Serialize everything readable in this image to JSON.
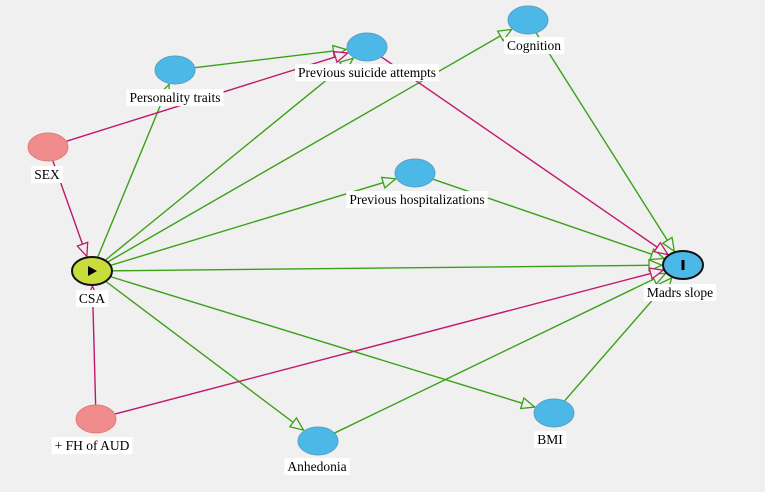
{
  "colors": {
    "background": "#f0f0f0",
    "causal_edge": "#3aa117",
    "biasing_edge": "#c0186e",
    "outcome_node": "#4cb8e8",
    "exposure_node": "#c8dc3c",
    "ancestor_outcome_node": "#4cb8e8",
    "ancestor_exposure_outcome_node": "#f08c8c",
    "node_stroke": "#5a9fc0"
  },
  "nodes": [
    {
      "id": "personality",
      "label": "Personality traits",
      "type": "ancestor_outcome"
    },
    {
      "id": "suicide",
      "label": "Previous suicide attempts",
      "type": "ancestor_outcome"
    },
    {
      "id": "cognition",
      "label": "Cognition",
      "type": "ancestor_outcome"
    },
    {
      "id": "sex",
      "label": "SEX",
      "type": "ancestor_exposure_outcome"
    },
    {
      "id": "hosp",
      "label": "Previous hospitalizations",
      "type": "ancestor_outcome"
    },
    {
      "id": "csa",
      "label": "CSA",
      "type": "exposure"
    },
    {
      "id": "madrs",
      "label": "Madrs slope",
      "type": "outcome"
    },
    {
      "id": "fh",
      "label": "+ FH of AUD",
      "type": "ancestor_exposure_outcome"
    },
    {
      "id": "anhedonia",
      "label": "Anhedonia",
      "type": "ancestor_outcome"
    },
    {
      "id": "bmi",
      "label": "BMI",
      "type": "ancestor_outcome"
    }
  ],
  "edges": [
    {
      "from": "personality",
      "to": "suicide",
      "kind": "causal"
    },
    {
      "from": "csa",
      "to": "personality",
      "kind": "causal"
    },
    {
      "from": "csa",
      "to": "suicide",
      "kind": "causal"
    },
    {
      "from": "csa",
      "to": "cognition",
      "kind": "causal"
    },
    {
      "from": "csa",
      "to": "hosp",
      "kind": "causal"
    },
    {
      "from": "csa",
      "to": "madrs",
      "kind": "causal"
    },
    {
      "from": "csa",
      "to": "anhedonia",
      "kind": "causal"
    },
    {
      "from": "csa",
      "to": "bmi",
      "kind": "causal"
    },
    {
      "from": "cognition",
      "to": "madrs",
      "kind": "causal"
    },
    {
      "from": "hosp",
      "to": "madrs",
      "kind": "causal"
    },
    {
      "from": "anhedonia",
      "to": "madrs",
      "kind": "causal"
    },
    {
      "from": "bmi",
      "to": "madrs",
      "kind": "causal"
    },
    {
      "from": "sex",
      "to": "suicide",
      "kind": "biasing"
    },
    {
      "from": "sex",
      "to": "csa",
      "kind": "biasing"
    },
    {
      "from": "suicide",
      "to": "madrs",
      "kind": "biasing"
    },
    {
      "from": "fh",
      "to": "csa",
      "kind": "biasing"
    },
    {
      "from": "fh",
      "to": "madrs",
      "kind": "biasing"
    }
  ]
}
